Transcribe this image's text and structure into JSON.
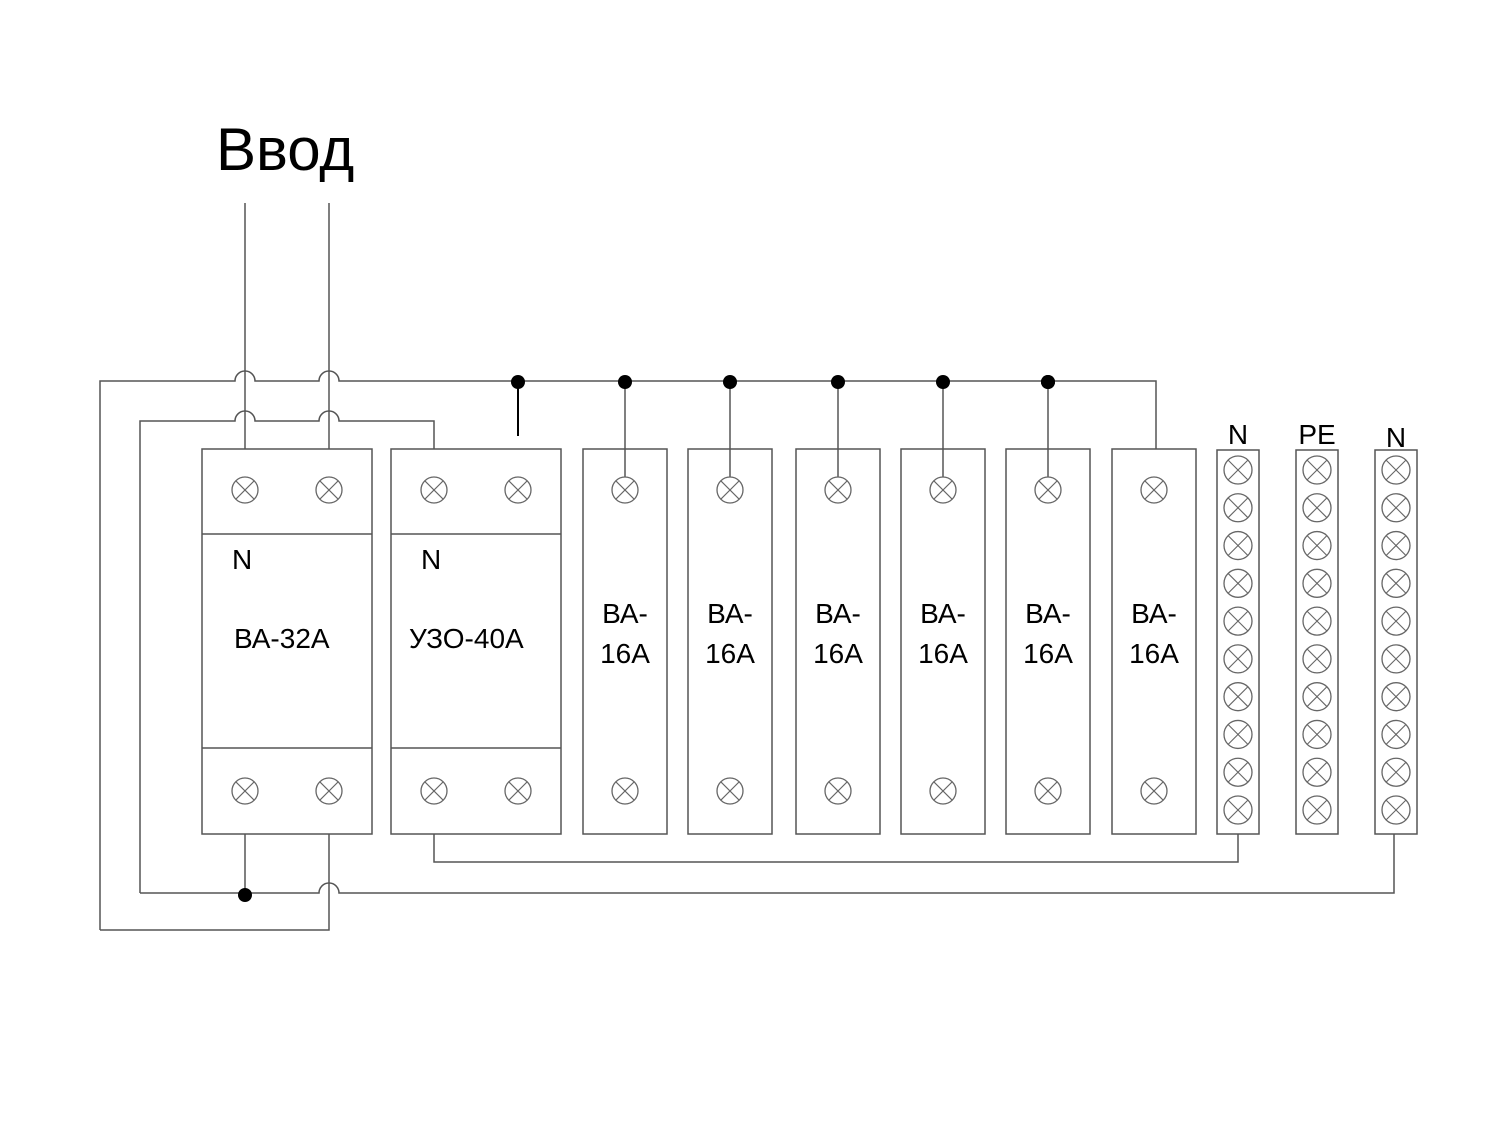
{
  "title": "Ввод",
  "main_breaker": {
    "label": "ВА-32А",
    "neutral_label": "N"
  },
  "rcd": {
    "label": "УЗО-40А",
    "neutral_label": "N"
  },
  "branch_breakers": [
    {
      "line1": "ВА-",
      "line2": "16А"
    },
    {
      "line1": "ВА-",
      "line2": "16А"
    },
    {
      "line1": "ВА-",
      "line2": "16А"
    },
    {
      "line1": "ВА-",
      "line2": "16А"
    },
    {
      "line1": "ВА-",
      "line2": "16А"
    },
    {
      "line1": "ВА-",
      "line2": "16А"
    }
  ],
  "buses": [
    {
      "label": "N",
      "terminals": 10
    },
    {
      "label": "PE",
      "terminals": 10
    },
    {
      "label": "N",
      "terminals": 10
    }
  ],
  "colors": {
    "line": "#555555",
    "junction": "#000000",
    "text": "#000000"
  }
}
